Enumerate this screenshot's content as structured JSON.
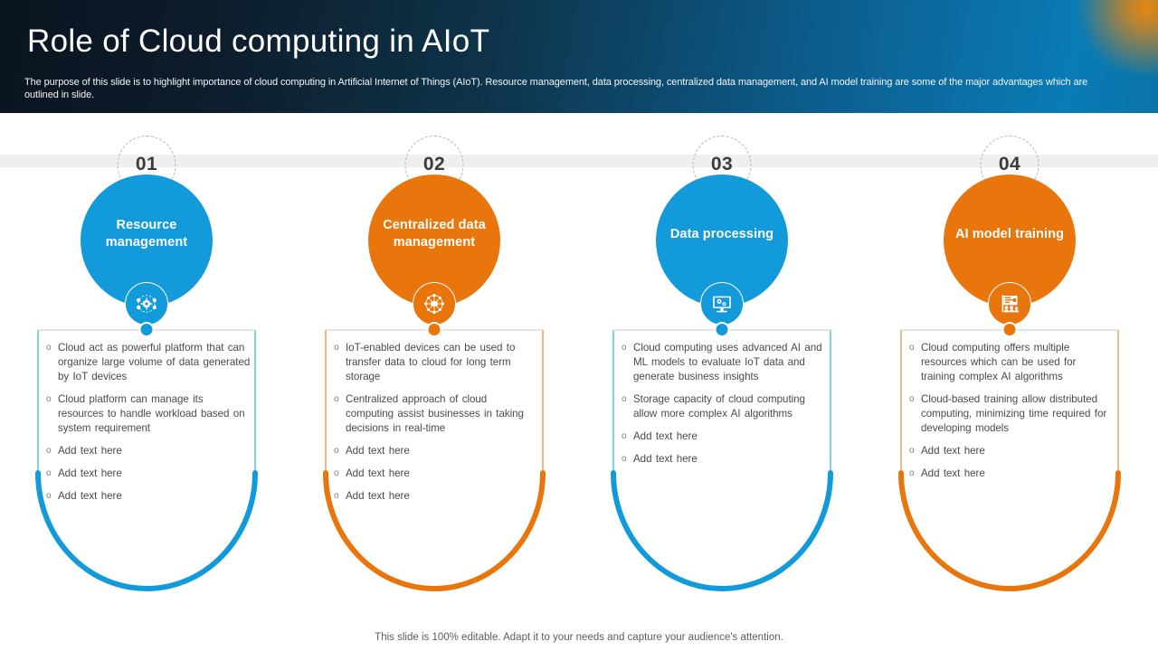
{
  "header": {
    "title": "Role of Cloud computing in AIoT",
    "subtitle": "The purpose of this slide is to highlight importance of cloud computing in Artificial Internet of Things (AIoT).  Resource management, data processing, centralized data management, and AI model training are some of the major advantages which are outlined in slide."
  },
  "colors": {
    "blue": "#129ADB",
    "orange": "#E8760C",
    "band": "#EFEFEF",
    "badge_border": "#B6B6B6",
    "text": "#4A4A4A",
    "header_dark": "#0A1420",
    "header_blue": "#0A7BB5",
    "glow_orange": "#F0880A"
  },
  "columns": [
    {
      "number": "01",
      "title": "Resource management",
      "color": "#129ADB",
      "icon": "gear-network-icon",
      "bullets": [
        "Cloud act as powerful  platform that can organize  large  volume  of data generated  by IoT  devices",
        "Cloud  platform  can  manage its resources  to handle  workload based  on system requirement",
        "Add text here",
        "Add text here",
        "Add text here"
      ]
    },
    {
      "number": "02",
      "title": "Centralized data management",
      "color": "#E8760C",
      "icon": "data-hub-network-icon",
      "bullets": [
        "IoT-enabled  devices  can be used to transfer data to cloud for long term storage",
        "Centralized  approach  of cloud computing  assist businesses in taking decisions  in real-time",
        "Add text here",
        "Add text here",
        "Add text here"
      ]
    },
    {
      "number": "03",
      "title": "Data processing",
      "color": "#129ADB",
      "icon": "monitor-gears-icon",
      "bullets": [
        "Cloud computing uses advanced AI and ML models to evaluate  IoT data and generate  business insights",
        "Storage  capacity of cloud computing  allow  more  complex AI algorithms",
        "Add text here",
        "Add text here"
      ]
    },
    {
      "number": "04",
      "title": "AI model training",
      "color": "#E8760C",
      "icon": "training-board-icon",
      "bullets": [
        "Cloud computing offers  multiple resources which can be used for training complex AI algorithms",
        "Cloud-based  training allow distributed computing, minimizing time required  for developing models",
        "Add text here",
        "Add text here"
      ]
    }
  ],
  "bullet_marker": "o",
  "footer": {
    "note": "This slide is 100% editable. Adapt it to your needs and capture your audience's attention."
  }
}
